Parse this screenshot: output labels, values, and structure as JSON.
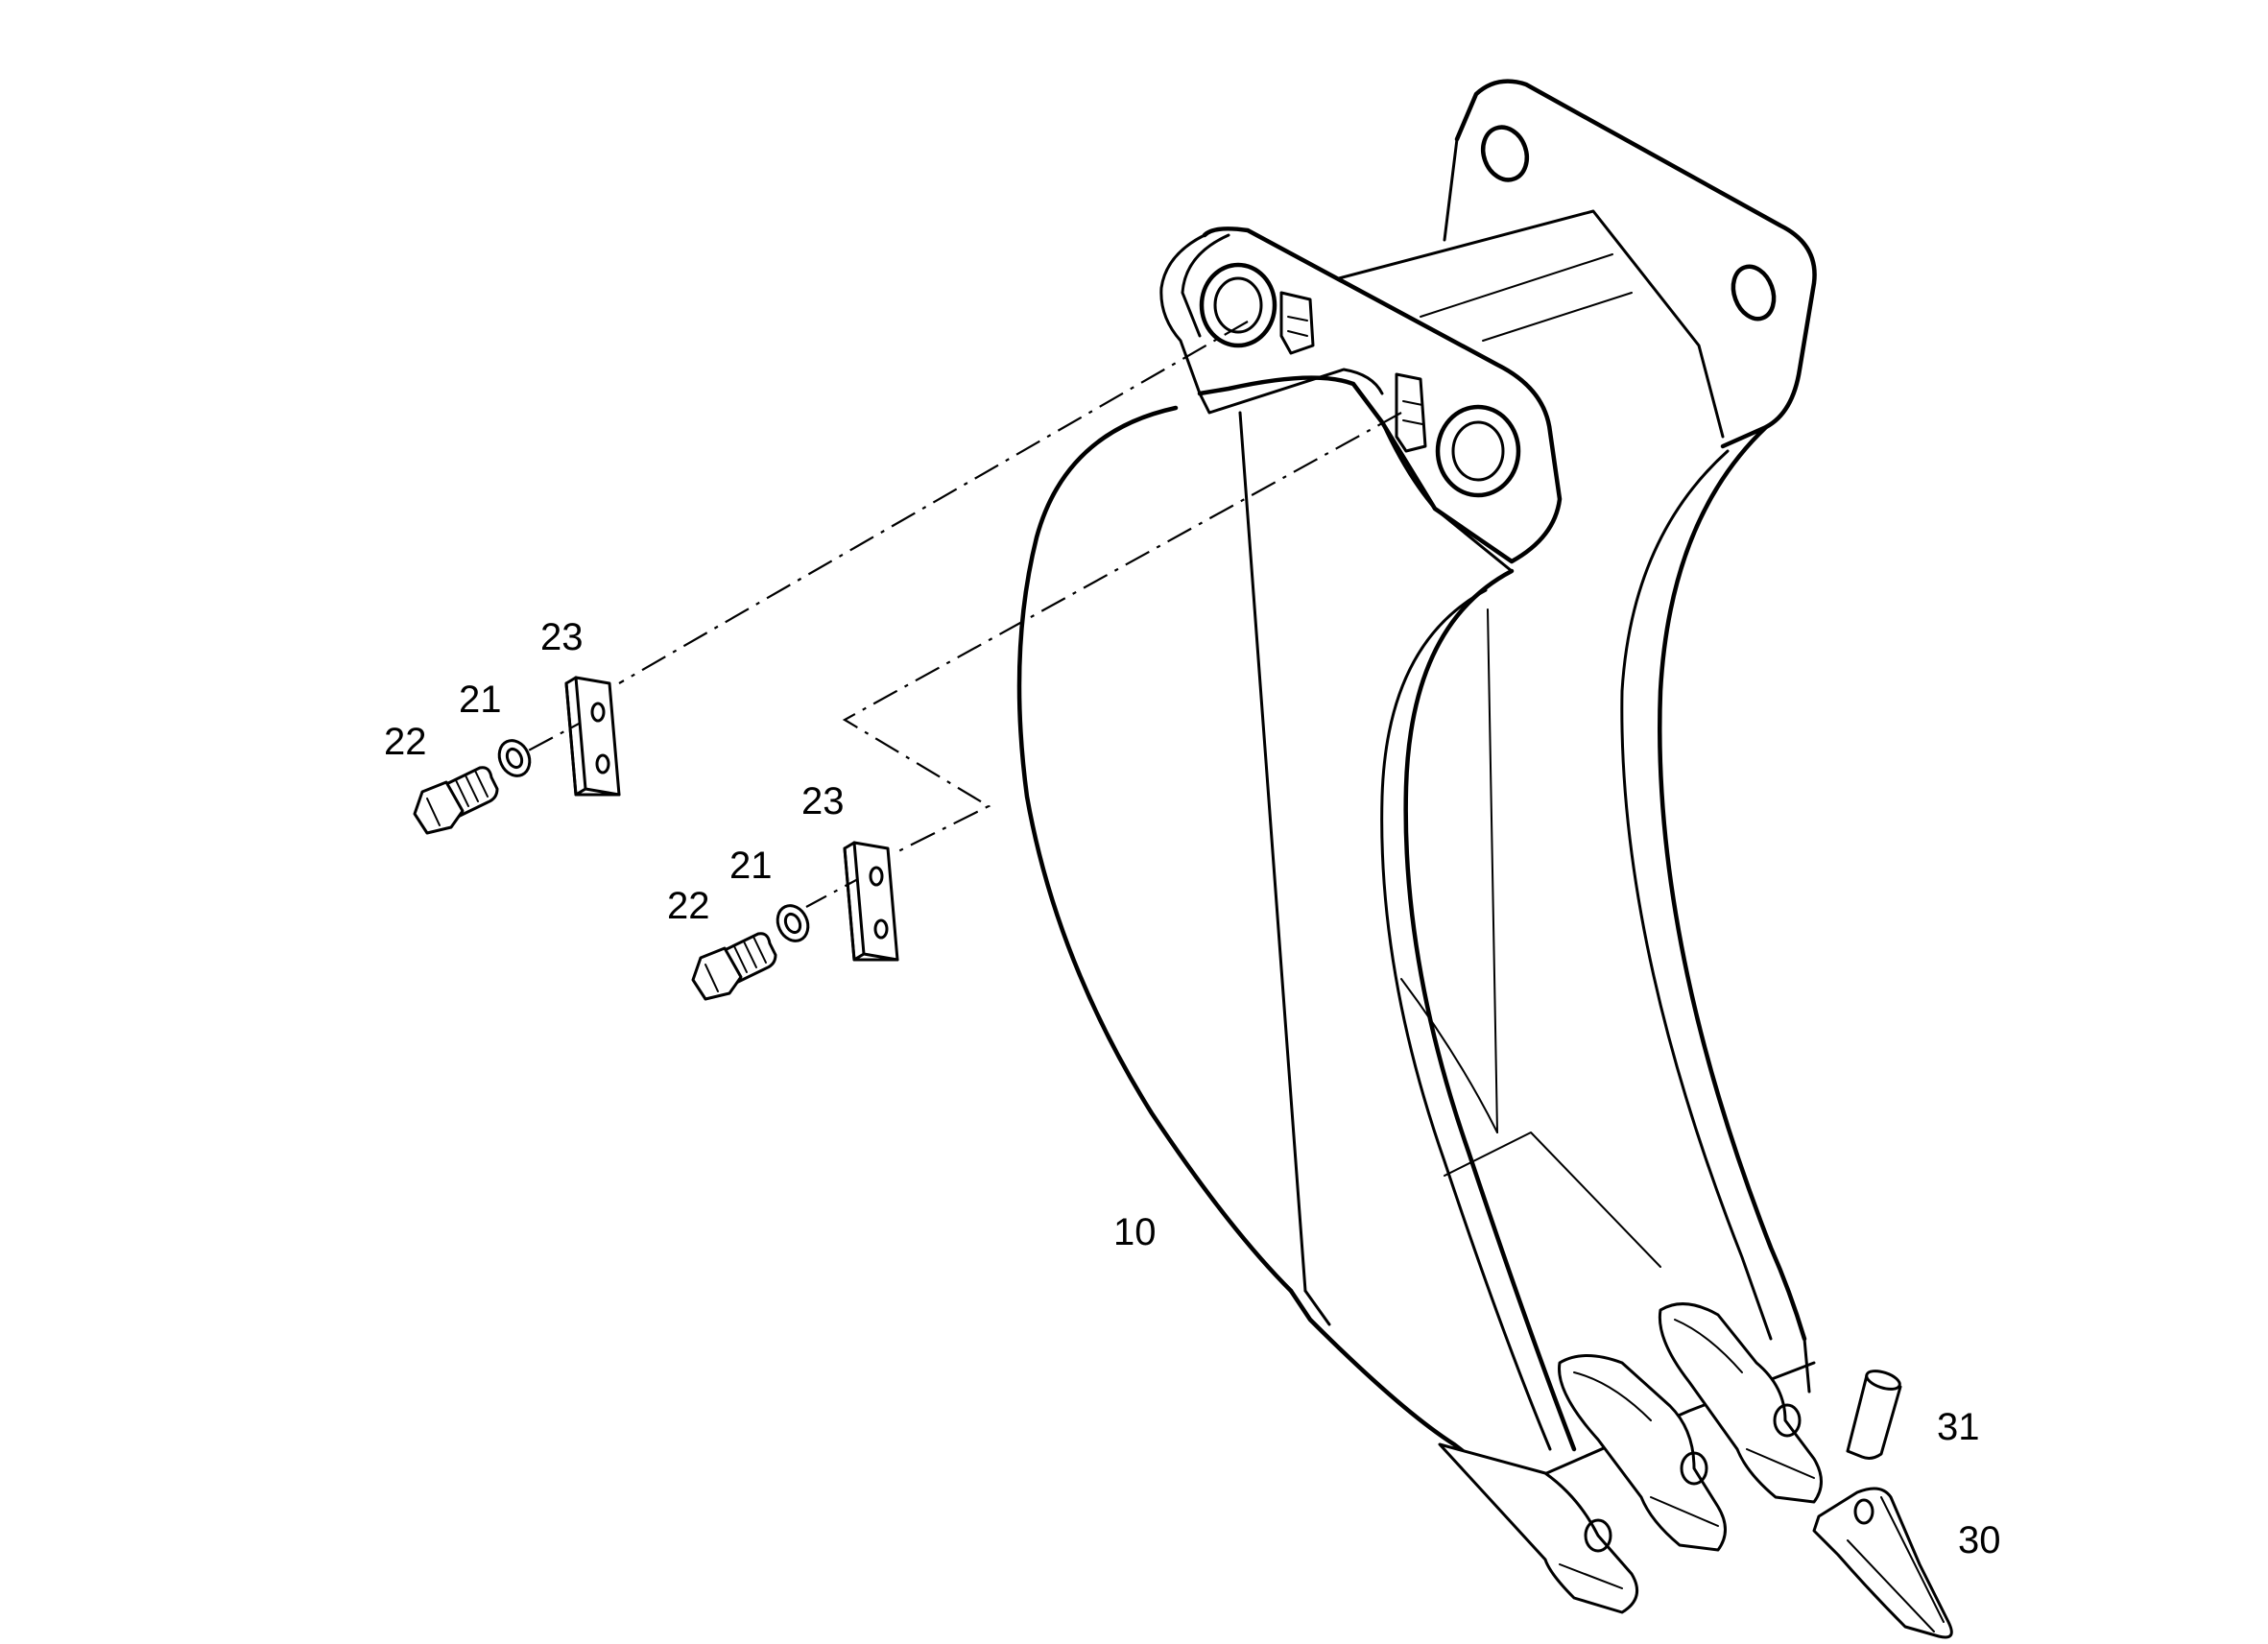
{
  "callouts": {
    "c10": "10",
    "c21a": "21",
    "c21b": "21",
    "c22a": "22",
    "c22b": "22",
    "c23a": "23",
    "c23b": "23",
    "c30": "30",
    "c31": "31"
  }
}
